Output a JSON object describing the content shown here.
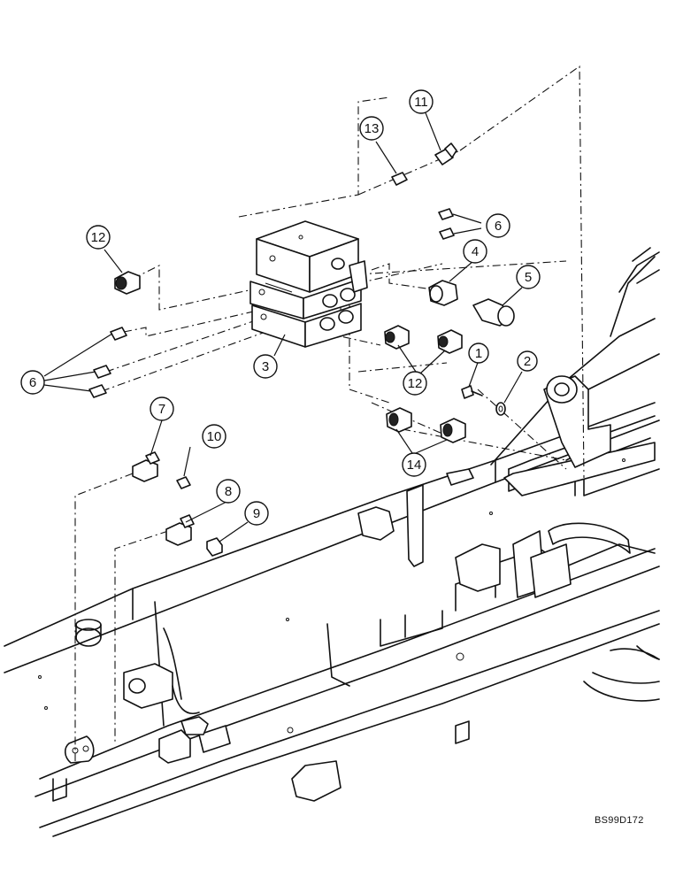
{
  "drawing_code": "BS99D172",
  "callouts": [
    {
      "id": "callout-1",
      "label": "1"
    },
    {
      "id": "callout-2",
      "label": "2"
    },
    {
      "id": "callout-3",
      "label": "3"
    },
    {
      "id": "callout-4",
      "label": "4"
    },
    {
      "id": "callout-5",
      "label": "5"
    },
    {
      "id": "callout-6a",
      "label": "6"
    },
    {
      "id": "callout-6b",
      "label": "6"
    },
    {
      "id": "callout-7",
      "label": "7"
    },
    {
      "id": "callout-8",
      "label": "8"
    },
    {
      "id": "callout-9",
      "label": "9"
    },
    {
      "id": "callout-10",
      "label": "10"
    },
    {
      "id": "callout-11",
      "label": "11"
    },
    {
      "id": "callout-12a",
      "label": "12"
    },
    {
      "id": "callout-12b",
      "label": "12"
    },
    {
      "id": "callout-13",
      "label": "13"
    },
    {
      "id": "callout-14",
      "label": "14"
    }
  ],
  "colors": {
    "ink": "#111111",
    "paper": "#ffffff"
  }
}
